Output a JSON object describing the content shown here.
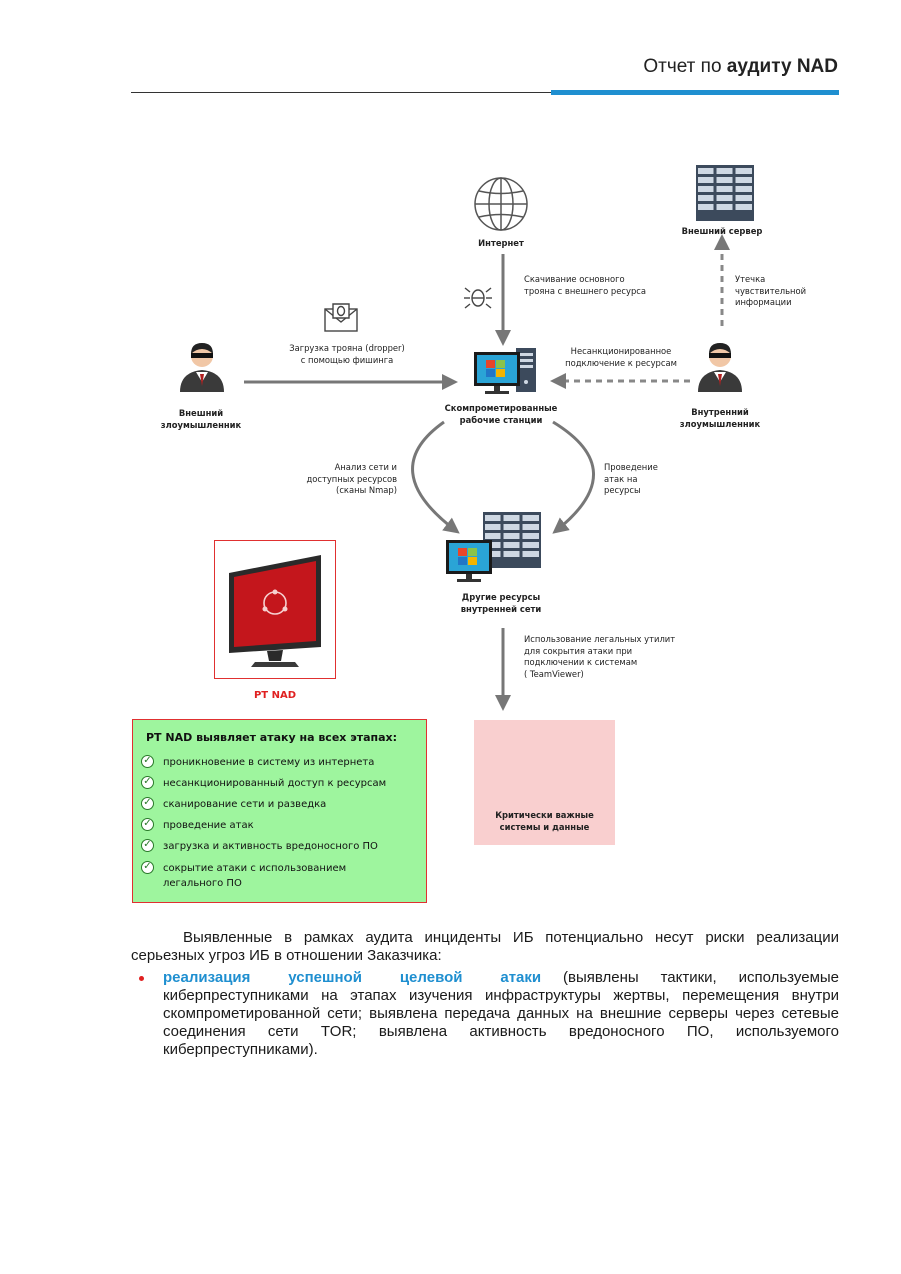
{
  "header": {
    "title_prefix": "Отчет по ",
    "title_bold": "аудиту NAD"
  },
  "diagram": {
    "internet": "Интернет",
    "external_server": "Внешний сервер",
    "download_label": [
      "Скачивание основного",
      "трояна с внешнего ресурса"
    ],
    "leak_label": [
      "Утечка",
      "чувствительной",
      "информации"
    ],
    "phishing_label": [
      "Загрузка трояна (dropper)",
      "с помощью фишинга"
    ],
    "unauth_label": [
      "Несанкционированное",
      "подключение к ресурсам"
    ],
    "external_attacker": [
      "Внешний",
      "злоумышленник"
    ],
    "internal_attacker": [
      "Внутренний",
      "злоумышленник"
    ],
    "workstations": [
      "Скомпрометированные",
      "рабочие станции"
    ],
    "scan_label": [
      "Анализ сети и",
      "доступных ресурсов",
      "(сканы Nmap)"
    ],
    "attack_label": [
      "Проведение",
      "атак на",
      "ресурсы"
    ],
    "other_resources": [
      "Другие ресурсы",
      "внутренней сети"
    ],
    "legal_utils_label": [
      "Использование легальных утилит",
      "для сокрытия атаки при",
      "подключении к системам",
      "( TeamViewer)"
    ],
    "critical": [
      "Критически важные",
      "системы и данные"
    ],
    "ptnad_caption": "PT NAD"
  },
  "detect": {
    "title": "PT NAD выявляет атаку на всех этапах:",
    "items": [
      "проникновение в систему из интернета",
      "несанкционированный доступ к ресурсам",
      "сканирование сети и разведка",
      "проведение атак",
      "загрузка и активность вредоносного ПО",
      "сокрытие атаки с использованием\nлегального ПО"
    ]
  },
  "body": {
    "paragraph": "Выявленные в рамках аудита инциденты ИБ потенциально несут риски реализации серьезных угроз ИБ в отношении Заказчика:",
    "bullet_head": "реализация успешной целевой атаки",
    "bullet_text": " (выявлены тактики, используемые киберпреступниками на этапах изучения инфраструктуры жертвы, перемещения внутри скомпрометированной сети; выявлена передача данных на внешние серверы через сетевые соединения сети TOR; выявлена активность вредоносного ПО, используемого киберпреступниками)."
  },
  "colors": {
    "accent_blue": "#1f8fd0",
    "alert_red": "#e02020",
    "detect_green": "#9ef59e",
    "critical_pink": "#f9cfcf"
  }
}
